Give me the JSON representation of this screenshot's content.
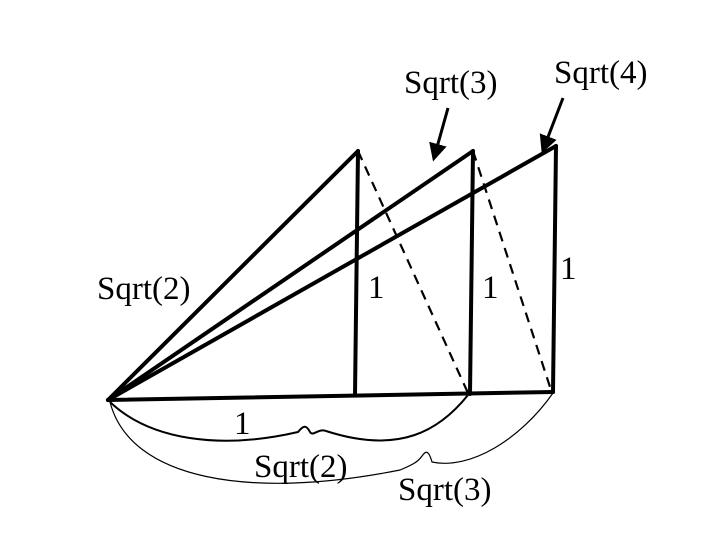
{
  "labels": {
    "hyp_sqrt2": "Sqrt(2)",
    "arrow_sqrt3": "Sqrt(3)",
    "arrow_sqrt4": "Sqrt(4)",
    "height_1a": "1",
    "height_1b": "1",
    "height_1c": "1",
    "base_1": "1",
    "brace_sqrt2": "Sqrt(2)",
    "brace_sqrt3": "Sqrt(3)"
  },
  "colors": {
    "stroke": "#000000",
    "background": "#ffffff"
  }
}
